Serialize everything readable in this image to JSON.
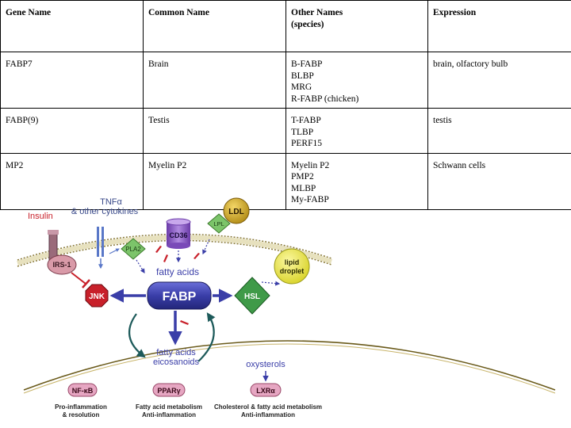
{
  "table": {
    "headers": [
      "Gene Name",
      "Common Name",
      "Other Names (species)",
      "Expression"
    ],
    "header_lines": [
      [
        "Gene Name"
      ],
      [
        "Common Name"
      ],
      [
        "Other Names",
        "(species)"
      ],
      [
        "Expression"
      ]
    ],
    "rows": [
      {
        "gene": "FABP7",
        "common": "Brain",
        "other": [
          "B-FABP",
          "BLBP",
          "MRG",
          "R-FABP (chicken)"
        ],
        "expression": "brain, olfactory bulb"
      },
      {
        "gene": "FABP(9)",
        "common": "Testis",
        "other": [
          "T-FABP",
          "TLBP",
          "PERF15"
        ],
        "expression": "testis"
      },
      {
        "gene": "MP2",
        "common": "Myelin P2",
        "other": [
          "Myelin P2",
          "PMP2",
          "MLBP",
          "My-FABP"
        ],
        "expression": "Schwann cells"
      }
    ]
  },
  "diagram": {
    "insulin": "Insulin",
    "tnf": [
      "TNFα",
      "& other cytokines"
    ],
    "cd36": "CD36",
    "ldl": "LDL",
    "lpl": "LPL",
    "pla2": "PLA2",
    "irs1": "IRS-1",
    "lipid_droplet": [
      "lipid",
      "droplet"
    ],
    "fatty_acids_top": "fatty acids",
    "jnk": "JNK",
    "fabp": "FABP",
    "hsl": "HSL",
    "fatty_acids_lower": [
      "fatty acids",
      "eicosanoids"
    ],
    "oxysterols": "oxysterols",
    "nfkb": "NF-κB",
    "ppar": "PPARγ",
    "lxr": "LXRα",
    "caption_nfkb": [
      "Pro-inflammation",
      "& resolution"
    ],
    "caption_ppar": [
      "Fatty acid metabolism",
      "Anti-inflammation"
    ],
    "caption_lxr": [
      "Cholesterol & fatty acid metabolism",
      "Anti-inflammation"
    ],
    "colors": {
      "fabp": "#3a3ea8",
      "jnk": "#c8202a",
      "hsl_green": "#3f9a48",
      "ldl_gold": "#c7a224",
      "cd36_purple": "#8a55c6",
      "pink": "#e6a6c2",
      "irs_pink": "#d99aa8",
      "droplet_yellow": "#e8e44a",
      "pla2_green": "#7cc46a"
    }
  }
}
